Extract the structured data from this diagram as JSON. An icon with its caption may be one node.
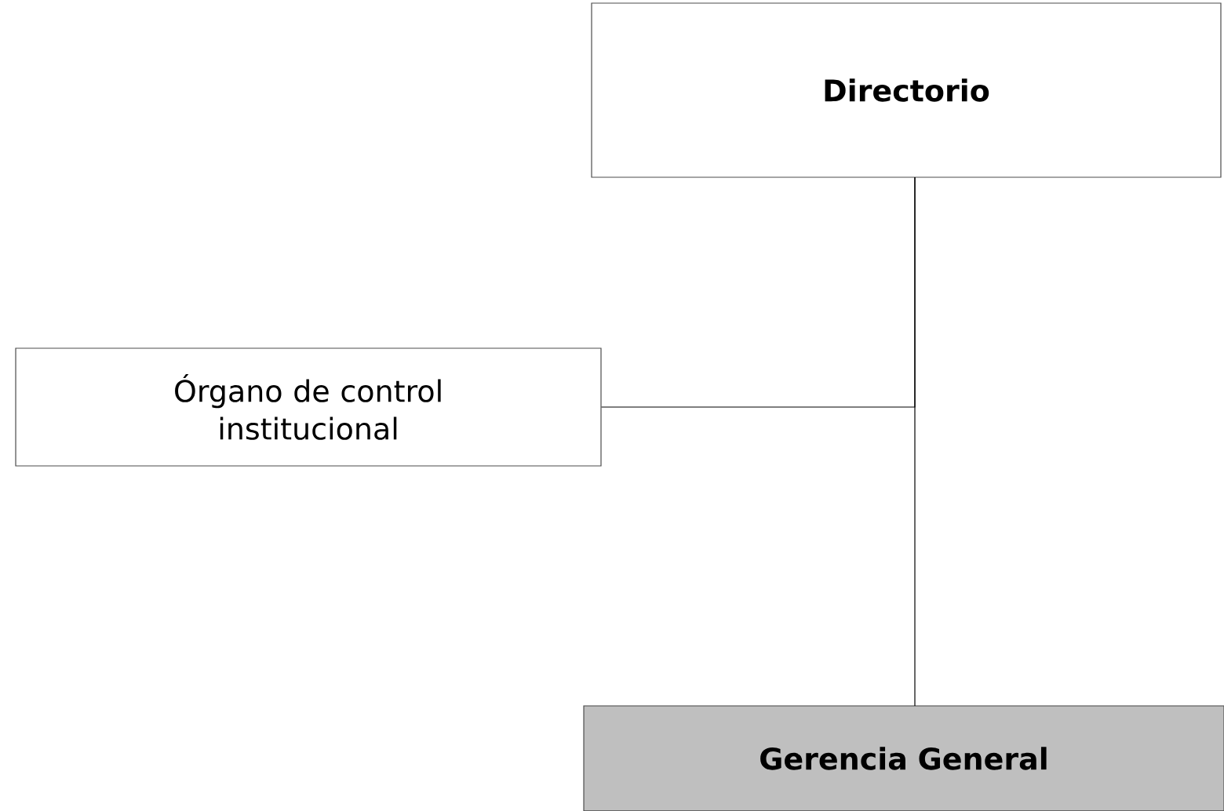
{
  "diagram": {
    "nodes": [
      {
        "text": [
          "Directorio"
        ]
      },
      {
        "text": [
          "Órgano de control institucional"
        ]
      },
      {
        "text": [
          "Gerencia General"
        ]
      }
    ],
    "edges": [
      {
        "from": 0,
        "to": 2,
        "arrow": "none"
      },
      {
        "from": 1,
        "to": 0,
        "arrow": "none"
      }
    ]
  }
}
